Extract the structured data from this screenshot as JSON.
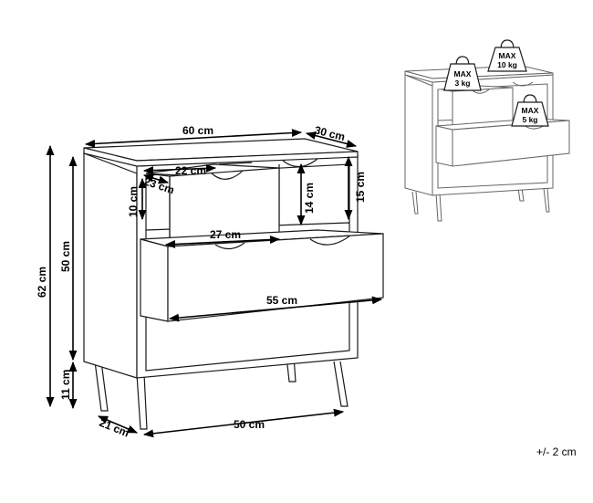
{
  "dimensions": {
    "top_width": "60 cm",
    "top_depth": "30 cm",
    "small_drawer_width": "22 cm",
    "small_drawer_depth": "23 cm",
    "small_drawer_height": "10 cm",
    "inner_height": "14 cm",
    "compartment_height": "15 cm",
    "large_drawer_depth": "27 cm",
    "large_drawer_width": "55 cm",
    "body_height": "50 cm",
    "total_height": "62 cm",
    "leg_height": "11 cm",
    "leg_spread_depth": "21 cm",
    "leg_spread_width": "50 cm"
  },
  "weights": {
    "top": {
      "max": "MAX",
      "value": "10 kg"
    },
    "small_drawer": {
      "max": "MAX",
      "value": "3 kg"
    },
    "large_drawer": {
      "max": "MAX",
      "value": "5 kg"
    }
  },
  "tolerance": "+/- 2 cm"
}
